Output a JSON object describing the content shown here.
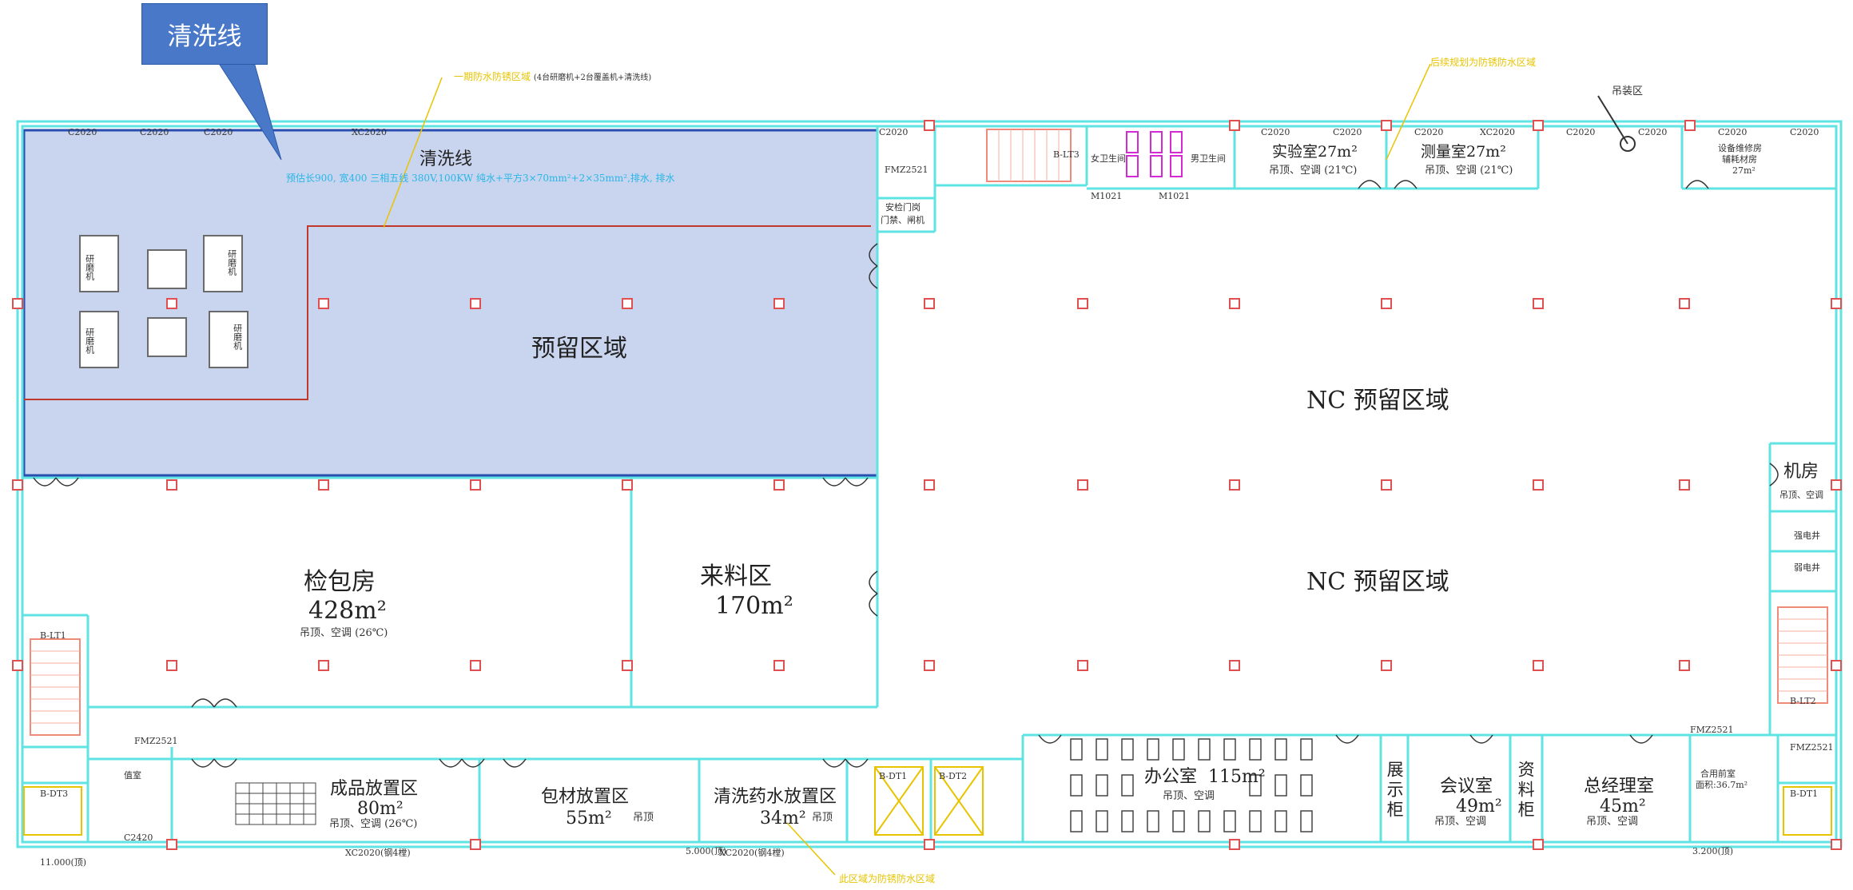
{
  "callout": {
    "label": "清洗线"
  },
  "notes": {
    "top_left": "一期防水防锈区域",
    "top_left_detail": "(4台研磨机+2台覆盖机+清洗线)",
    "top_right": "后续规划为防锈防水区域",
    "bottom": "此区域为防锈防水区域",
    "line_spec": "预估长900, 宽400  三相五线 380V,100KW 纯水+平方3×70mm²+2×35mm²,排水, 排水"
  },
  "rooms": {
    "wash_line": {
      "name": "清洗线"
    },
    "reserved": {
      "name": "预留区域"
    },
    "machines": [
      "研磨机",
      "研磨机",
      "研磨机",
      "研磨机"
    ],
    "nc1": {
      "name": "NC 预留区域"
    },
    "nc2": {
      "name": "NC 预留区域"
    },
    "inspect": {
      "name": "检包房",
      "area": "428m²",
      "spec": "吊顶、空调 (26℃)"
    },
    "incoming": {
      "name": "来料区",
      "area": "170m²"
    },
    "finished": {
      "name": "成品放置区",
      "area": "80m²",
      "spec": "吊顶、空调 (26℃)"
    },
    "packaging": {
      "name": "包材放置区",
      "area": "55m²",
      "spec": "吊顶"
    },
    "chemical": {
      "name": "清洗药水放置区",
      "area": "34m²",
      "spec": "吊顶"
    },
    "office": {
      "name": "办公室",
      "area": "115m²",
      "spec": "吊顶、空调"
    },
    "display": {
      "name": "展示柜"
    },
    "meeting": {
      "name": "会议室",
      "area": "49m²",
      "spec": "吊顶、空调"
    },
    "material": {
      "name": "资料柜"
    },
    "gm": {
      "name": "总经理室",
      "area": "45m²",
      "spec": "吊顶、空调"
    },
    "lab": {
      "name": "实验室27m²",
      "spec": "吊顶、空调 (21℃)"
    },
    "measure": {
      "name": "测量室27m²",
      "spec": "吊顶、空调 (21℃)"
    },
    "machine_room": {
      "name": "机房",
      "spec": "吊顶、空调"
    },
    "security": {
      "name": "安检门岗",
      "spec": "门禁、闸机"
    },
    "female_wc": "女卫生间",
    "male_wc": "男卫生间",
    "hoist": "吊装区",
    "equip": {
      "name": "设备维修房",
      "spec": "辅耗材房",
      "area": "27m²"
    },
    "duty": "值室",
    "strong": "强电井",
    "weak": "弱电井",
    "shared_shaft": "合用前室",
    "shared_area": "面积:36.7m²"
  },
  "codes": {
    "window": "C2020",
    "window_x": "XC2020",
    "door_fm": "FMZ2521",
    "door_m": "M1021",
    "stair1": "B-LT1",
    "stair2": "B-LT2",
    "stair3": "B-LT3",
    "lift1": "B-DT1",
    "lift2": "B-DT2",
    "lift3": "B-DT3",
    "elev_left": "11.000(顶)",
    "elev_mid": "5.000(顶)",
    "elev_right": "3.200(顶)",
    "xc_bottom1": "XC2020(钢4樘)",
    "xc_bottom2": "XC2020(钢4樘)",
    "c2420": "C2420"
  },
  "colors": {
    "wall": "#5fe3e3",
    "highlight_fill": "#c9d5ee",
    "highlight_border": "#2a4db0",
    "node": "#e05050",
    "callout": "#4a78c8",
    "magenta": "#d42ad4",
    "yellow_note": "#e8c400"
  }
}
